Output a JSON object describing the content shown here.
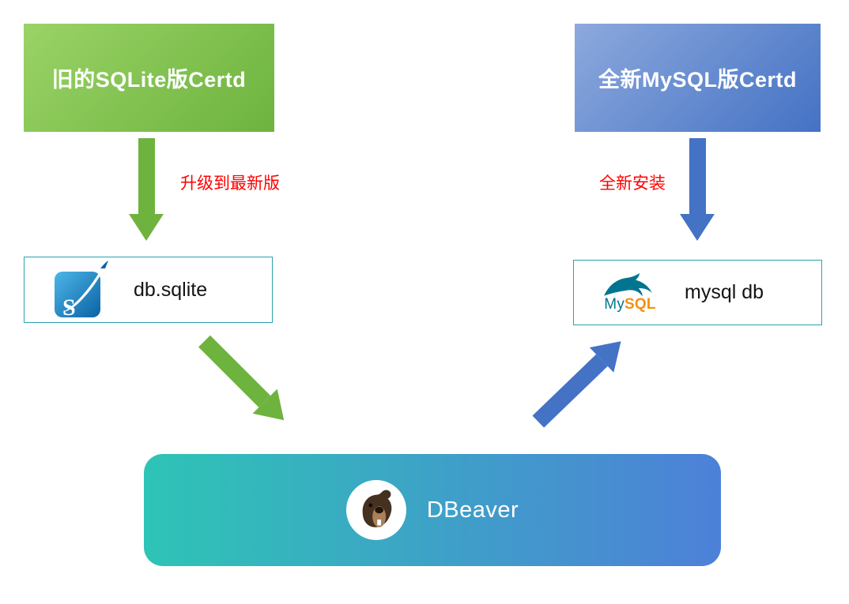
{
  "diagram": {
    "nodes": {
      "old_certd": {
        "label": "旧的SQLite版Certd"
      },
      "new_certd": {
        "label": "全新MySQL版Certd"
      },
      "sqlite_db": {
        "label": "db.sqlite"
      },
      "mysql_db": {
        "label": "mysql db"
      },
      "dbeaver": {
        "label": "DBeaver"
      }
    },
    "edges": {
      "upgrade": {
        "label": "升级到最新版"
      },
      "fresh_install": {
        "label": "全新安装"
      }
    },
    "logos": {
      "sqlite": {
        "letter": "S"
      },
      "mysql": {
        "my": "My",
        "sql": "SQL"
      }
    },
    "colors": {
      "green": "#6fb33f",
      "green_light": "#9ad366",
      "blue": "#4472c4",
      "blue_light": "#8da9dd",
      "edge_label_red": "#ff0000",
      "db_box_border": "#2aa3ae",
      "dbeaver_gradient_start": "#2ec4b6",
      "dbeaver_gradient_end": "#4d80d8",
      "mysql_blue": "#00758f",
      "mysql_orange": "#f29111"
    }
  }
}
